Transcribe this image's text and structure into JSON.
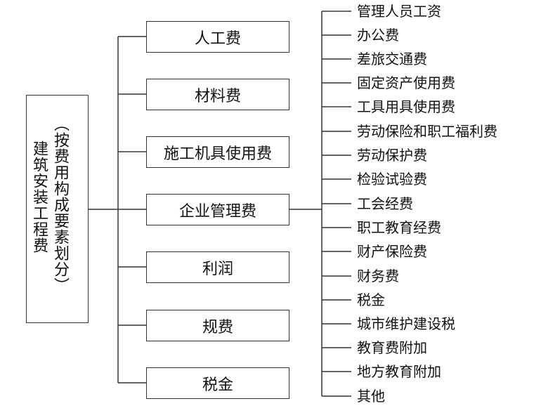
{
  "root": {
    "title": "建筑安装工程费",
    "subtitle": "（按费用构成要素划分）"
  },
  "categories": [
    {
      "label": "人工费"
    },
    {
      "label": "材料费"
    },
    {
      "label": "施工机具使用费"
    },
    {
      "label": "企业管理费"
    },
    {
      "label": "利润"
    },
    {
      "label": "规费"
    },
    {
      "label": "税金"
    }
  ],
  "management_fee_items": [
    "管理人员工资",
    "办公费",
    "差旅交通费",
    "固定资产使用费",
    "工具用具使用费",
    "劳动保险和职工福利费",
    "劳动保护费",
    "检验试验费",
    "工会经费",
    "职工教育经费",
    "财产保险费",
    "财务费",
    "税金",
    "城市维护建设税",
    "教育费附加",
    "地方教育附加",
    "其他"
  ]
}
